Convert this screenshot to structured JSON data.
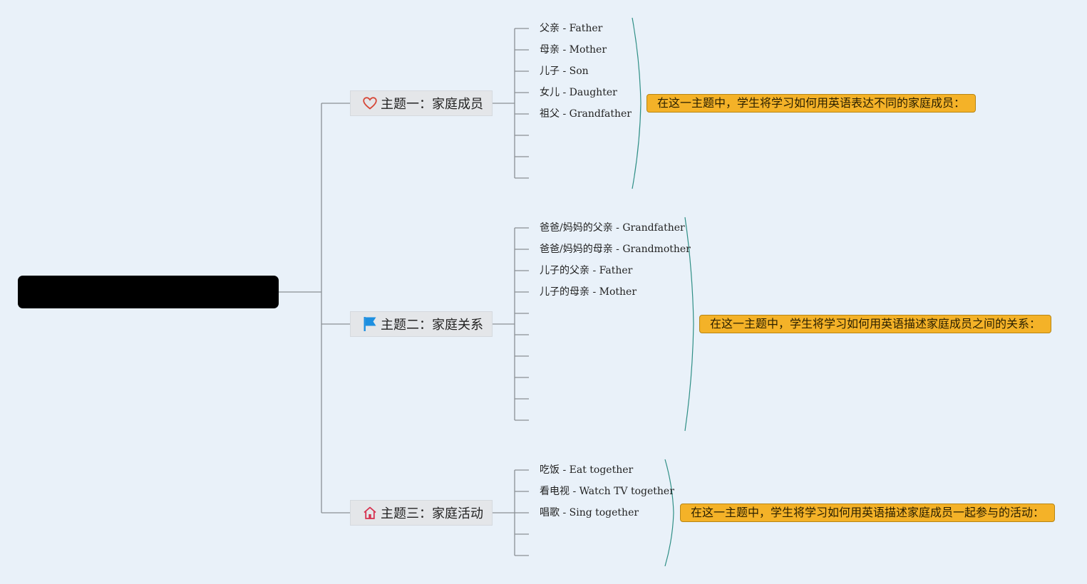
{
  "colors": {
    "background": "#e9f1f9",
    "connector": "#8a8f94",
    "brace": "#2f8f86",
    "summary_fill": "#f4b228",
    "heart_icon": "#d64535",
    "flag_icon": "#1d8fe0",
    "home_icon": "#d6304e"
  },
  "topics": [
    {
      "label": "主题一：家庭成员",
      "icon": "heart-icon",
      "leaves": [
        "父亲 - Father",
        "母亲 - Mother",
        "儿子 - Son",
        "女儿 - Daughter",
        "祖父 - Grandfather",
        "",
        "",
        ""
      ],
      "summary": "在这一主题中，学生将学习如何用英语表达不同的家庭成员："
    },
    {
      "label": "主题二：家庭关系",
      "icon": "flag-icon",
      "leaves": [
        "爸爸/妈妈的父亲 - Grandfather",
        "爸爸/妈妈的母亲 - Grandmother",
        "儿子的父亲 - Father",
        "儿子的母亲 - Mother",
        "",
        "",
        "",
        "",
        "",
        ""
      ],
      "summary": "在这一主题中，学生将学习如何用英语描述家庭成员之间的关系："
    },
    {
      "label": "主题三：家庭活动",
      "icon": "home-icon",
      "leaves": [
        "吃饭 - Eat together",
        "看电视 - Watch TV together",
        "唱歌 - Sing together",
        "",
        ""
      ],
      "summary": "在这一主题中，学生将学习如何用英语描述家庭成员一起参与的活动："
    }
  ]
}
